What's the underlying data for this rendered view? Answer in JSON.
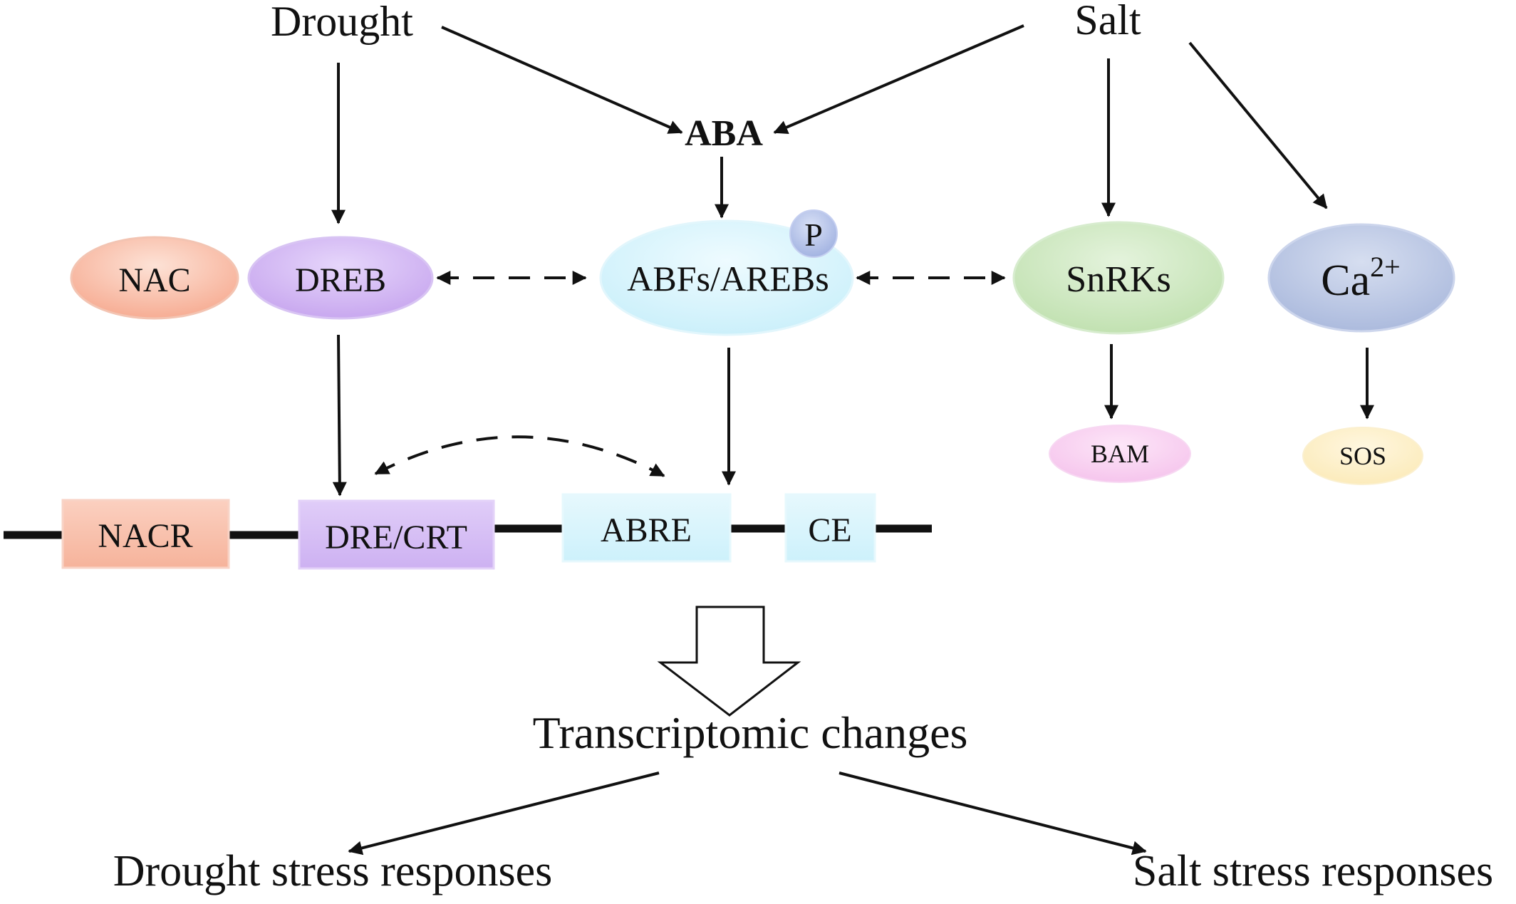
{
  "nodes": {
    "drought": "Drought",
    "salt": "Salt",
    "aba": "ABA",
    "nac": "NAC",
    "dreb": "DREB",
    "abfs": "ABFs/AREBs",
    "p": "P",
    "snrks": "SnRKs",
    "ca_base": "Ca",
    "ca_sup": "2+",
    "bam": "BAM",
    "sos": "SOS"
  },
  "elements": {
    "nacr": "NACR",
    "dre_crt": "DRE/CRT",
    "abre": "ABRE",
    "ce": "CE"
  },
  "outcomes": {
    "transcriptomic": "Transcriptomic changes",
    "drought_resp": "Drought stress responses",
    "salt_resp": "Salt stress responses"
  },
  "colors": {
    "nac": "#f6a98f",
    "dreb": "#c6a4ee",
    "abfs": "#c9effa",
    "p": "#9fb0e0",
    "snrks": "#bfe0ae",
    "ca": "#a9b8dc",
    "bam": "#f5c3ec",
    "sos": "#fbeab8",
    "nacr": "#f6b39b",
    "dre_crt": "#cdb1f2",
    "abre": "#cdf1fb",
    "ce": "#cdf1fb"
  }
}
